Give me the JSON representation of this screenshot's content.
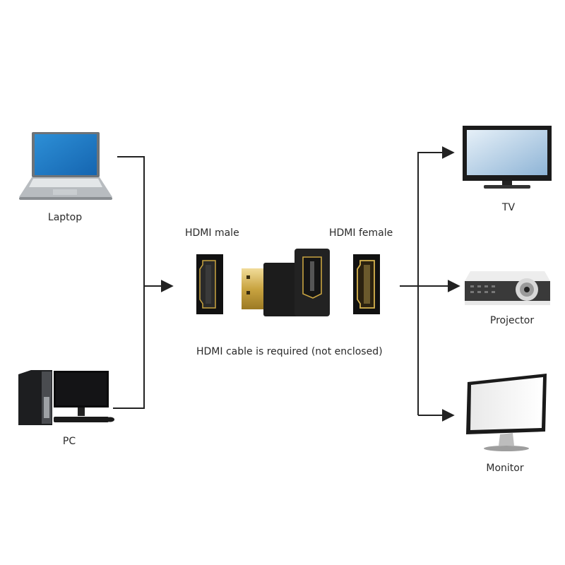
{
  "sources": [
    {
      "id": "laptop",
      "label": "Laptop",
      "icon": "laptop-icon"
    },
    {
      "id": "pc",
      "label": "PC",
      "icon": "desktop-pc-icon"
    }
  ],
  "center": {
    "male_label": "HDMI male",
    "female_label": "HDMI female",
    "note": "HDMI cable is required (not enclosed)",
    "adapter_icon": "hdmi-right-angle-adapter-icon",
    "colors": {
      "gold": "#c9a441",
      "connector_black": "#1a1a1a"
    }
  },
  "targets": [
    {
      "id": "tv",
      "label": "TV",
      "icon": "tv-icon"
    },
    {
      "id": "projector",
      "label": "Projector",
      "icon": "projector-icon"
    },
    {
      "id": "monitor",
      "label": "Monitor",
      "icon": "monitor-icon"
    }
  ],
  "colors": {
    "line": "#222222",
    "background": "#ffffff"
  }
}
